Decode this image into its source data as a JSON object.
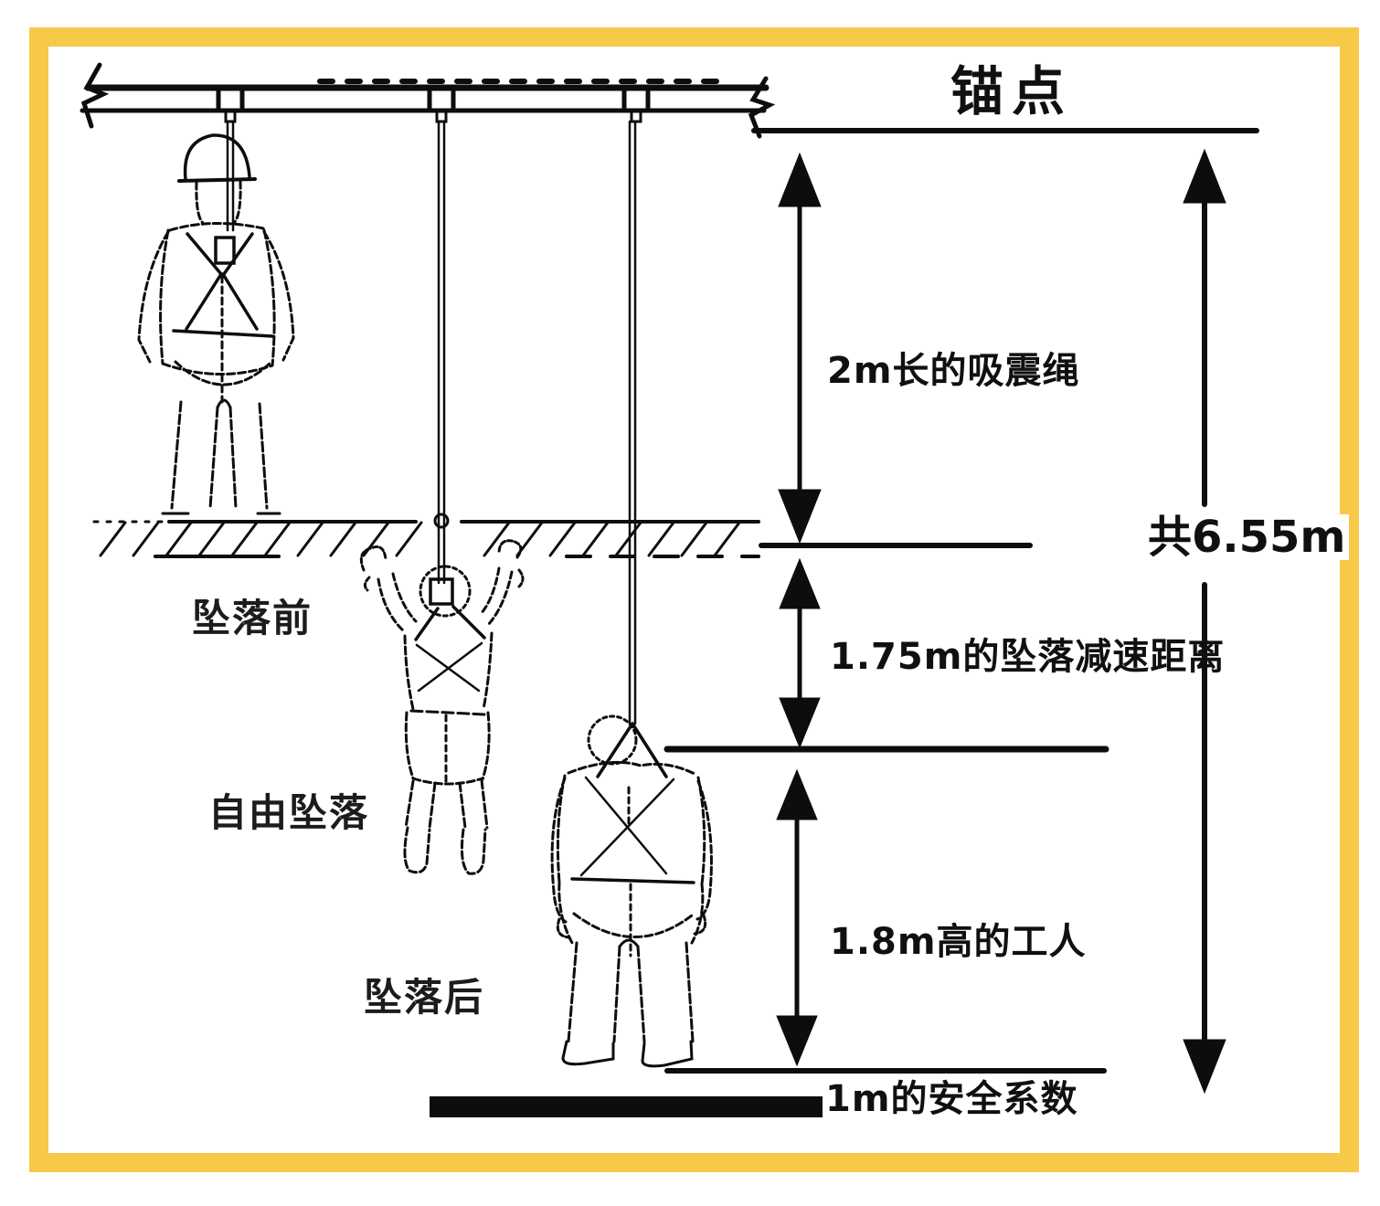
{
  "colors": {
    "frame_yellow": "#F7C948",
    "ink": "#0d0d0d",
    "background": "#ffffff"
  },
  "anchor": {
    "label": "锚点"
  },
  "total": {
    "label": "共6.55m",
    "value_m": 6.55
  },
  "segments": [
    {
      "id": "shock-absorber-lanyard",
      "label": "2m长的吸震绳",
      "value_m": 2
    },
    {
      "id": "fall-deceleration-distance",
      "label": "1.75m的坠落减速距离",
      "value_m": 1.75
    },
    {
      "id": "worker-height",
      "label": "1.8m高的工人",
      "value_m": 1.8
    },
    {
      "id": "safety-factor",
      "label": "1m的安全系数",
      "value_m": 1
    }
  ],
  "stages": [
    {
      "id": "before-fall",
      "label": "坠落前"
    },
    {
      "id": "free-fall",
      "label": "自由坠落"
    },
    {
      "id": "after-fall",
      "label": "坠落后"
    }
  ]
}
